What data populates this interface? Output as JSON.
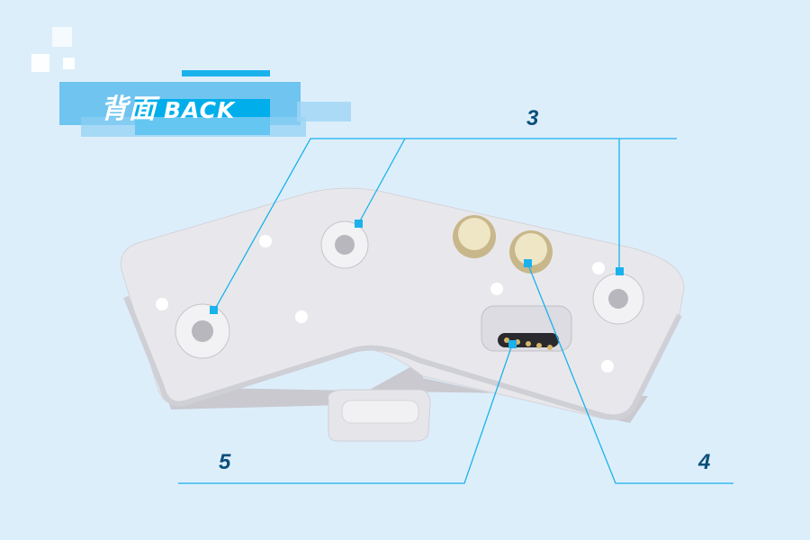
{
  "title": {
    "cn": "背面",
    "en": "BACK"
  },
  "callouts": [
    {
      "label": "3",
      "target": "screw-mounts"
    },
    {
      "label": "4",
      "target": "magnetic-contacts"
    },
    {
      "label": "5",
      "target": "pogo-pin-connector"
    }
  ],
  "colors": {
    "background": "#ddeefb",
    "accent": "#1ab2ec",
    "label": "#0a4f7a",
    "device": "#e6e6ea"
  }
}
